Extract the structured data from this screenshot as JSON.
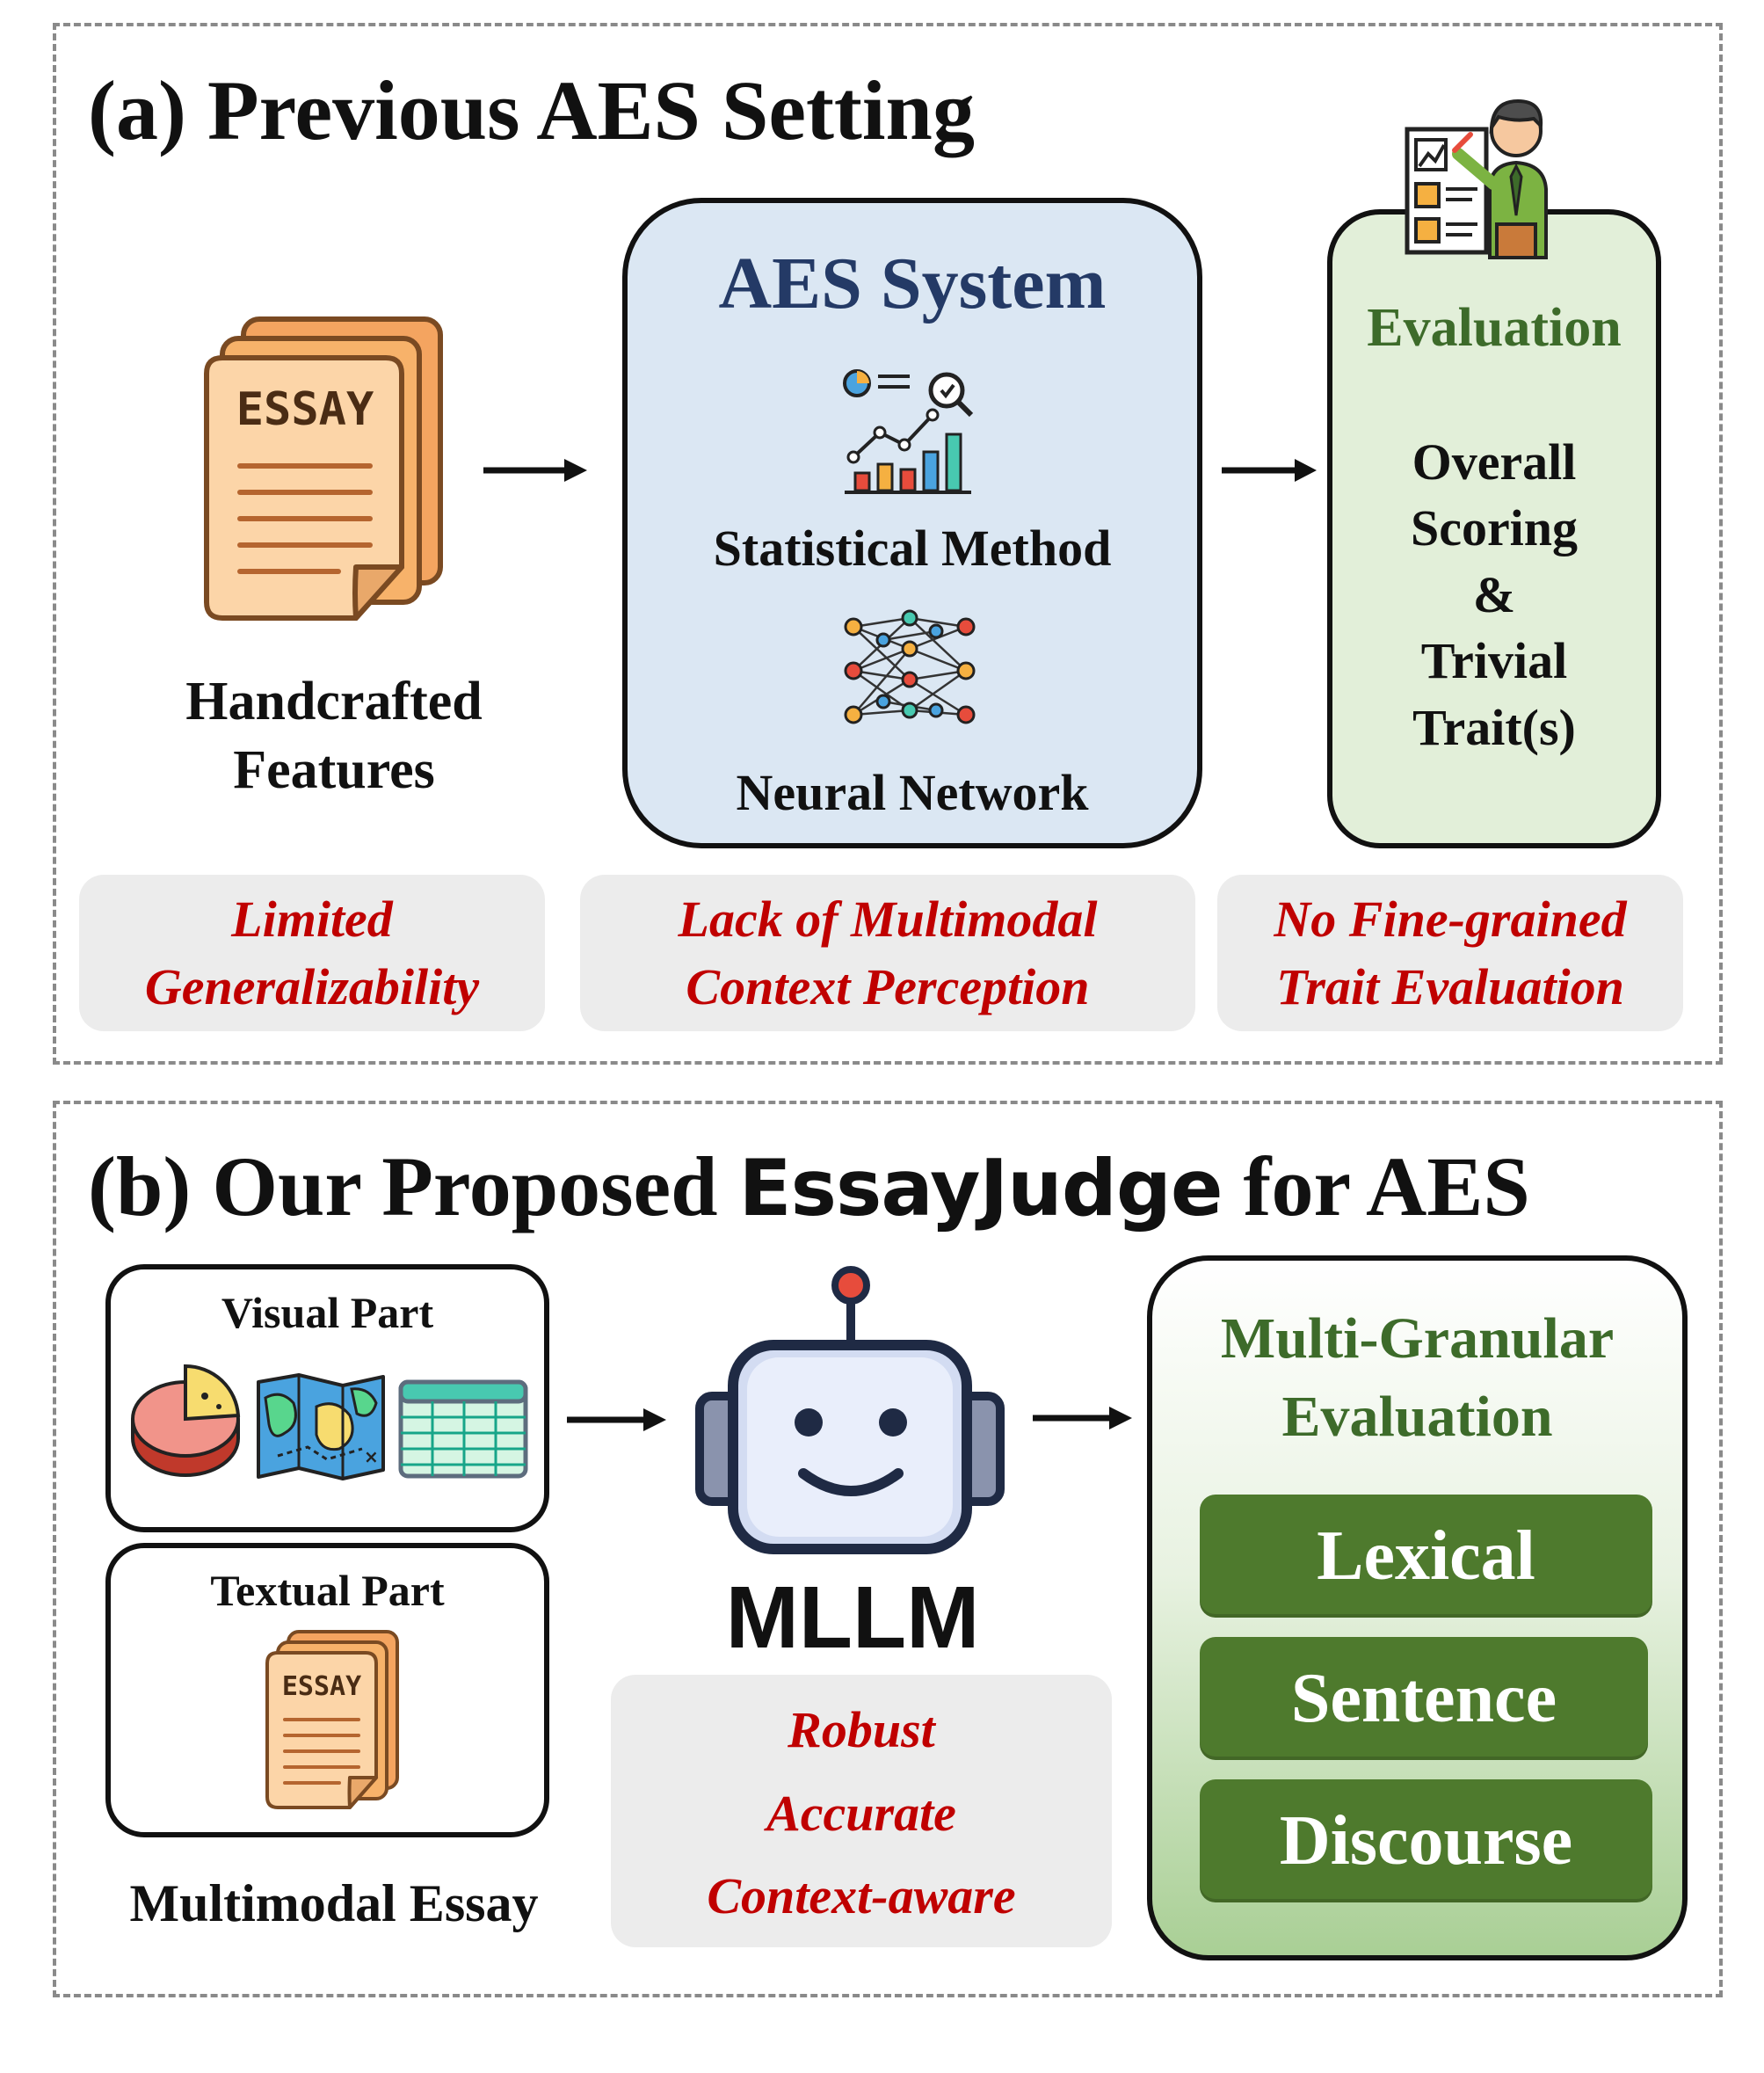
{
  "panel_a": {
    "title": "(a) Previous AES Setting",
    "input_label": "Handcrafted Features",
    "essay_icon_text": "ESSAY",
    "system": {
      "title": "AES System",
      "method1": "Statistical Method",
      "method2": "Neural Network"
    },
    "evaluation": {
      "title": "Evaluation",
      "lines": [
        "Overall",
        "Scoring",
        "&",
        "Trivial",
        "Trait(s)"
      ]
    },
    "issues": [
      [
        "Limited",
        "Generalizability"
      ],
      [
        "Lack of Multimodal",
        "Context Perception"
      ],
      [
        "No Fine-grained",
        "Trait Evaluation"
      ]
    ]
  },
  "panel_b": {
    "title_prefix": "(b) Our Proposed ",
    "title_brand": "EssayJudge",
    "title_suffix": " for AES",
    "visual_part": "Visual Part",
    "textual_part": "Textual Part",
    "essay_icon_text": "ESSAY",
    "input_label": "Multimodal Essay",
    "model": "MLLM",
    "strengths": [
      "Robust",
      "Accurate",
      "Context-aware"
    ],
    "evaluation": {
      "title_lines": [
        "Multi-Granular",
        "Evaluation"
      ],
      "levels": [
        "Lexical",
        "Sentence",
        "Discourse"
      ]
    }
  },
  "colors": {
    "red_text": "#c00000",
    "system_fill": "#dbe7f3",
    "system_title": "#243a66",
    "eval_fill": "#e2efd9",
    "eval_title": "#3d6b2a",
    "level_fill": "#4e7a2d",
    "issue_fill": "#ececec"
  }
}
